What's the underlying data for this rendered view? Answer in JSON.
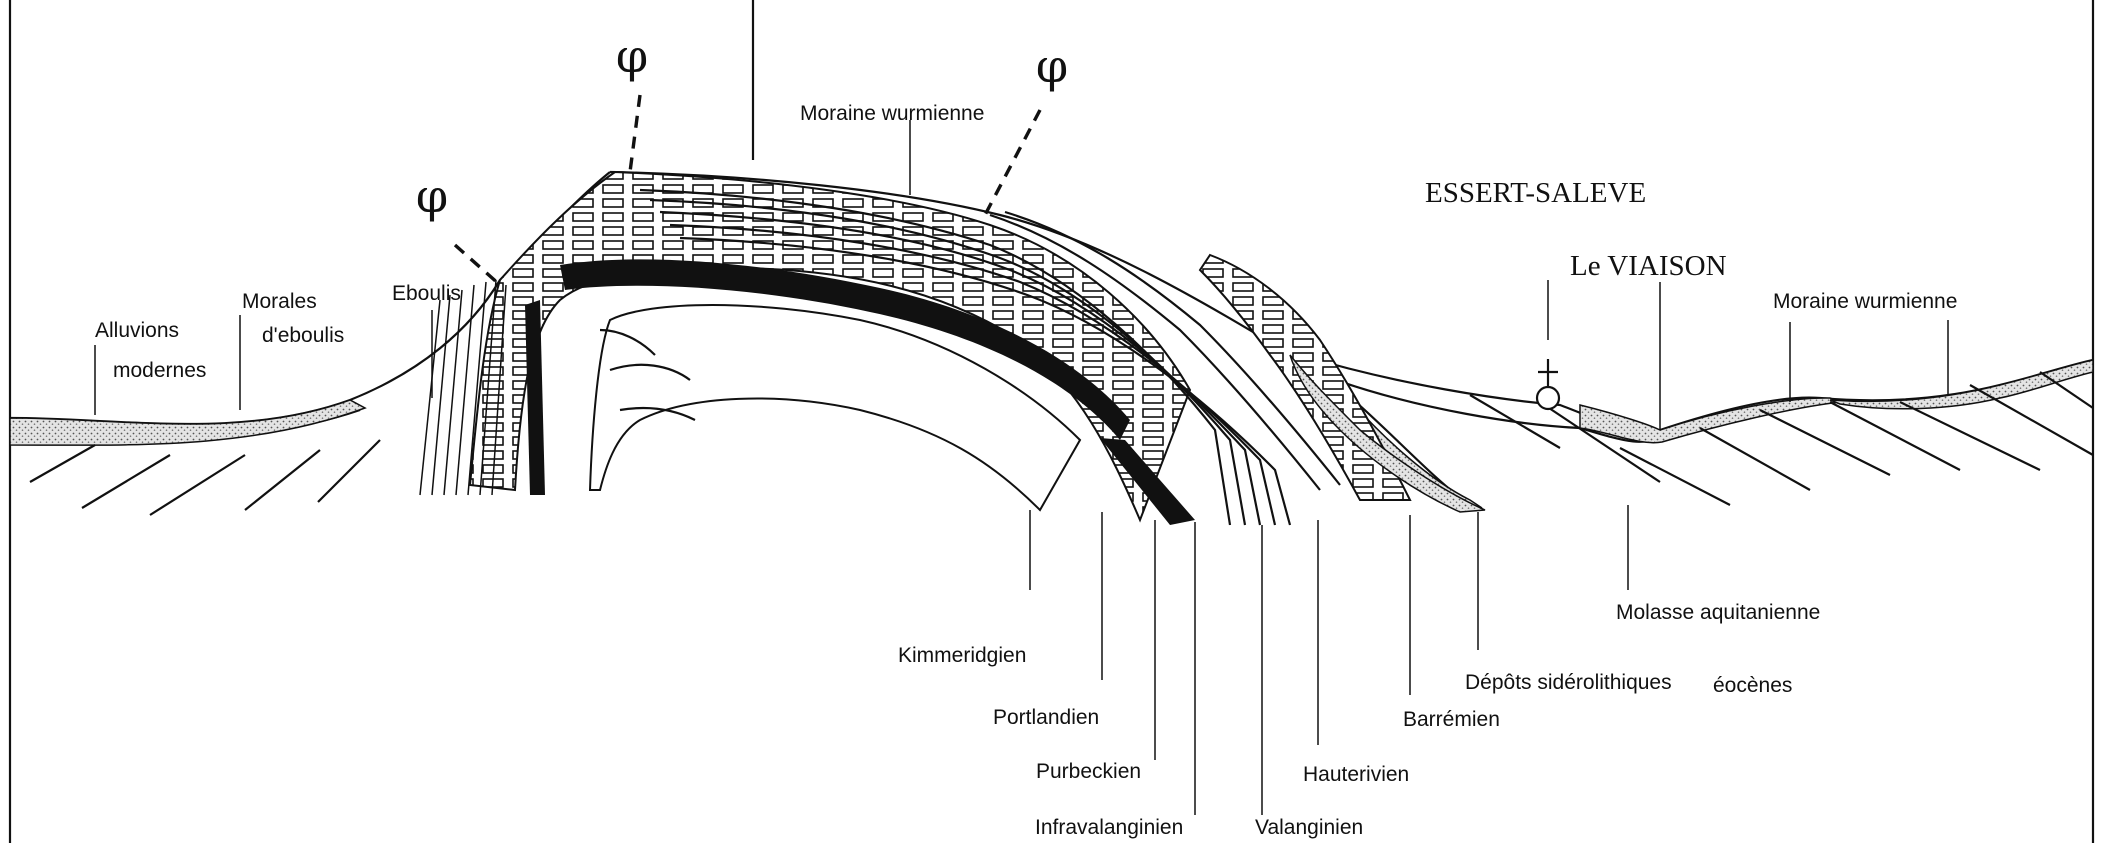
{
  "fault_symbol": "φ",
  "places": {
    "essert_saleve": "ESSERT-SALEVE",
    "le_viaison": "Le VIAISON"
  },
  "labels": {
    "alluvions": "Alluvions",
    "modernes": "modernes",
    "morales": "Morales",
    "deboulis": "d'eboulis",
    "eboulis": "Eboulis",
    "moraine_top": "Moraine wurmienne",
    "moraine_right": "Moraine wurmienne",
    "kimmeridgien": "Kimmeridgien",
    "portlandien": "Portlandien",
    "purbeckien": "Purbeckien",
    "infravalanginien": "Infravalanginien",
    "valanginien": "Valanginien",
    "hauterivien": "Hauterivien",
    "barremien": "Barrémien",
    "depots": "Dépôts sidérolithiques",
    "eocenes": "éocènes",
    "molasse": "Molasse aquitanienne"
  },
  "colors": {
    "ink": "#111111",
    "stipple": "#cfcfcf",
    "paper": "#ffffff"
  }
}
